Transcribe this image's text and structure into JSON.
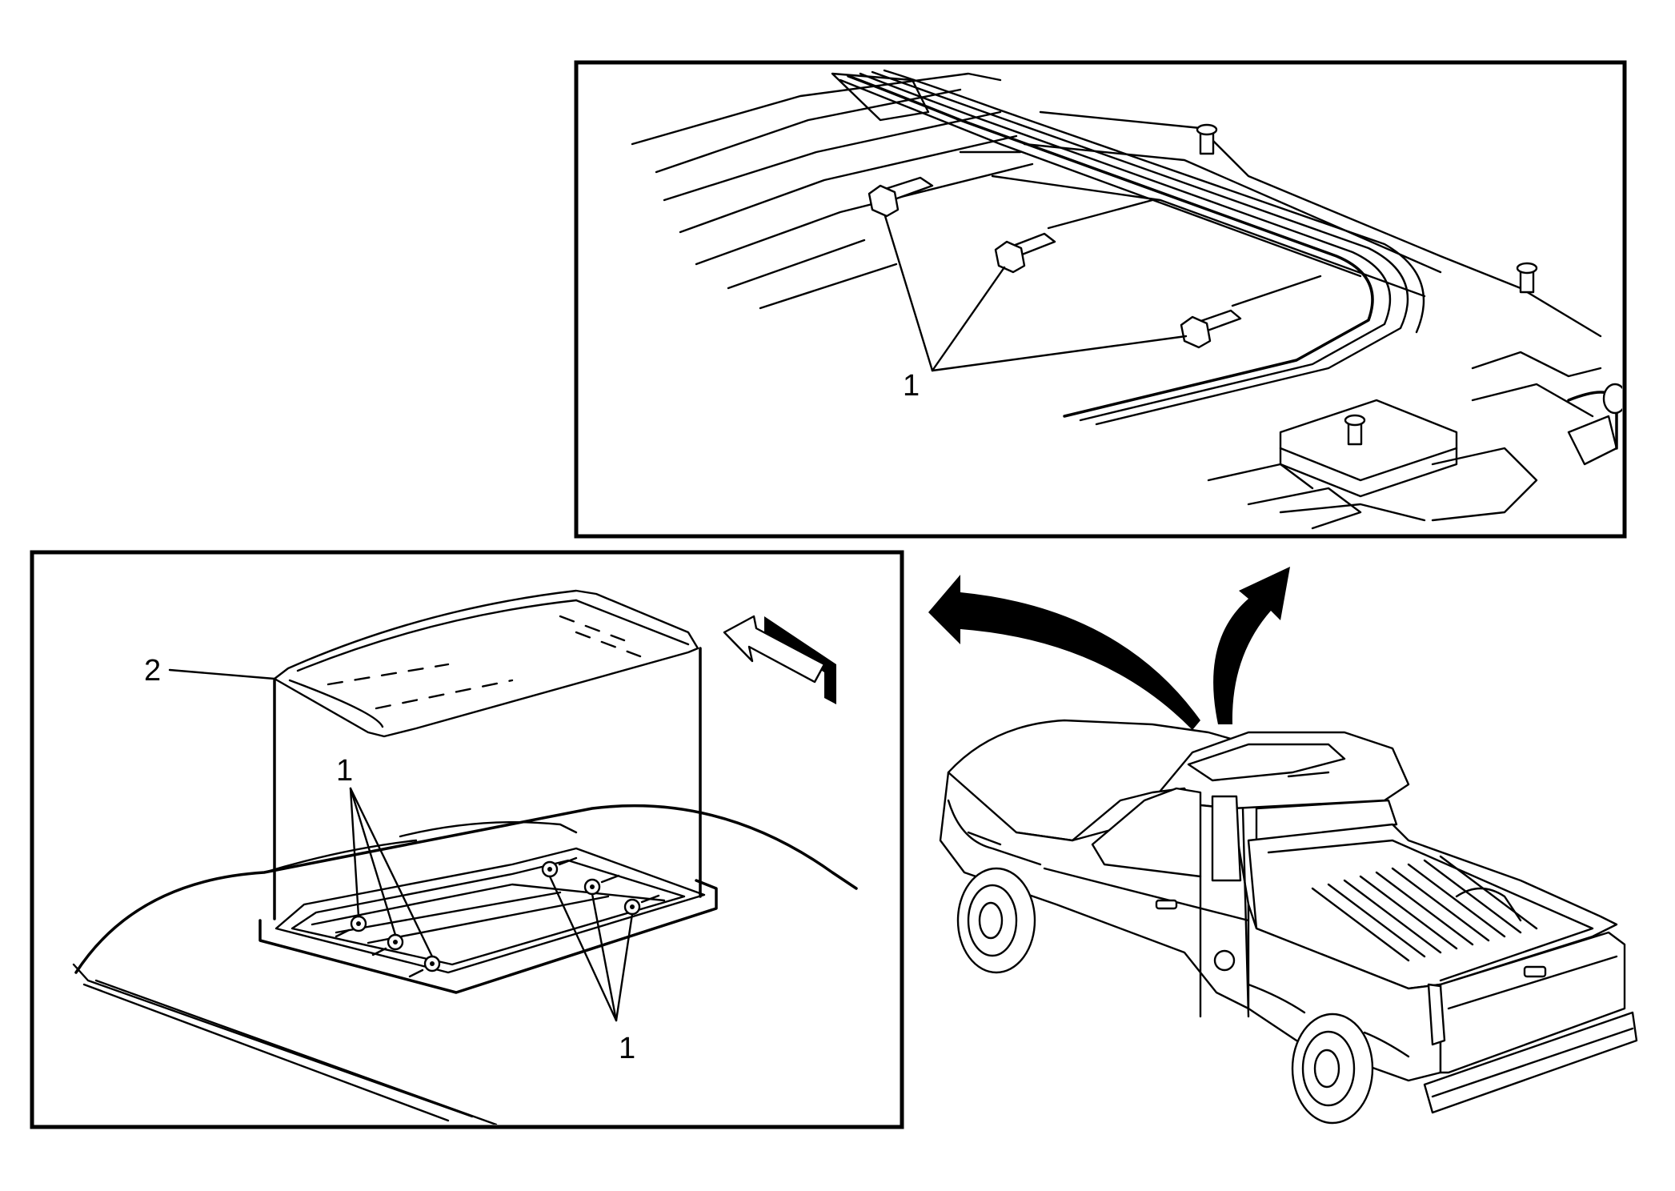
{
  "colors": {
    "line": "#000000",
    "background": "#ffffff"
  },
  "callouts": {
    "top_panel": [
      "1"
    ],
    "left_panel": [
      "2",
      "1",
      "1"
    ]
  }
}
